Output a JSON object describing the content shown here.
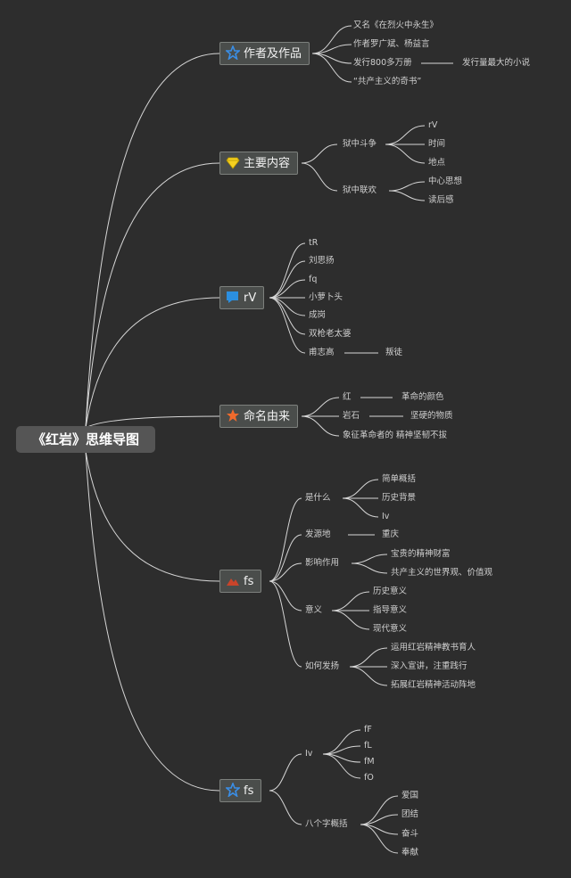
{
  "root": "《红岩》思维导图",
  "topics": {
    "author": "作者及作品",
    "content": "主要内容",
    "characters": "rV",
    "naming": "命名由来",
    "spirit": "fs",
    "eight": "fs"
  },
  "leaves": {
    "author_1": "又名《在烈火中永生》",
    "author_2": "作者罗广斌、杨益言",
    "author_3": "发行800多万册",
    "author_3a": "发行量最大的小说",
    "author_4": "“共产主义的奇书”",
    "content_1": "狱中斗争",
    "content_1a": "rV",
    "content_1b": "时间",
    "content_1c": "地点",
    "content_2": "狱中联欢",
    "content_2a": "中心思想",
    "content_2b": "读后感",
    "char_1": "tR",
    "char_2": "刘思扬",
    "char_3": "fq",
    "char_4": "小萝卜头",
    "char_5": "成岗",
    "char_6": "双枪老太婆",
    "char_7": "甫志高",
    "char_7a": "叛徒",
    "name_1": "红",
    "name_1a": "革命的颜色",
    "name_2": "岩石",
    "name_2a": "坚硬的物质",
    "name_3": "象征革命者的 精神坚韧不拔",
    "sp_1": "是什么",
    "sp_1a": "简单概括",
    "sp_1b": "历史背景",
    "sp_1c": "Iv",
    "sp_2": "发源地",
    "sp_2a": "重庆",
    "sp_3": "影响作用",
    "sp_3a": "宝贵的精神财富",
    "sp_3b": "共产主义的世界观、价值观",
    "sp_4": "意义",
    "sp_4a": "历史意义",
    "sp_4b": "指导意义",
    "sp_4c": "现代意义",
    "sp_5": "如何发扬",
    "sp_5a": "运用红岩精神教书育人",
    "sp_5b": "深入宣讲，注重践行",
    "sp_5c": "拓展红岩精神活动阵地",
    "ei_1": "Iv",
    "ei_1a": "fF",
    "ei_1b": "fL",
    "ei_1c": "fM",
    "ei_1d": "fO",
    "ei_2": "八个字概括",
    "ei_2a": "爱国",
    "ei_2b": "团结",
    "ei_2c": "奋斗",
    "ei_2d": "奉献"
  },
  "icons": {
    "author": "star-outline-icon",
    "content": "diamond-icon",
    "characters": "flag-icon",
    "naming": "star-icon",
    "spirit": "mountain-icon",
    "eight": "star-outline-icon"
  },
  "colors": {
    "background": "#2d2d2d",
    "line": "#d6d6d6",
    "star_outline": "#3a8ee6",
    "diamond": "#f5d020",
    "flag": "#2b8fe0",
    "star": "#f06a2c",
    "mountain": "#c9442a"
  }
}
